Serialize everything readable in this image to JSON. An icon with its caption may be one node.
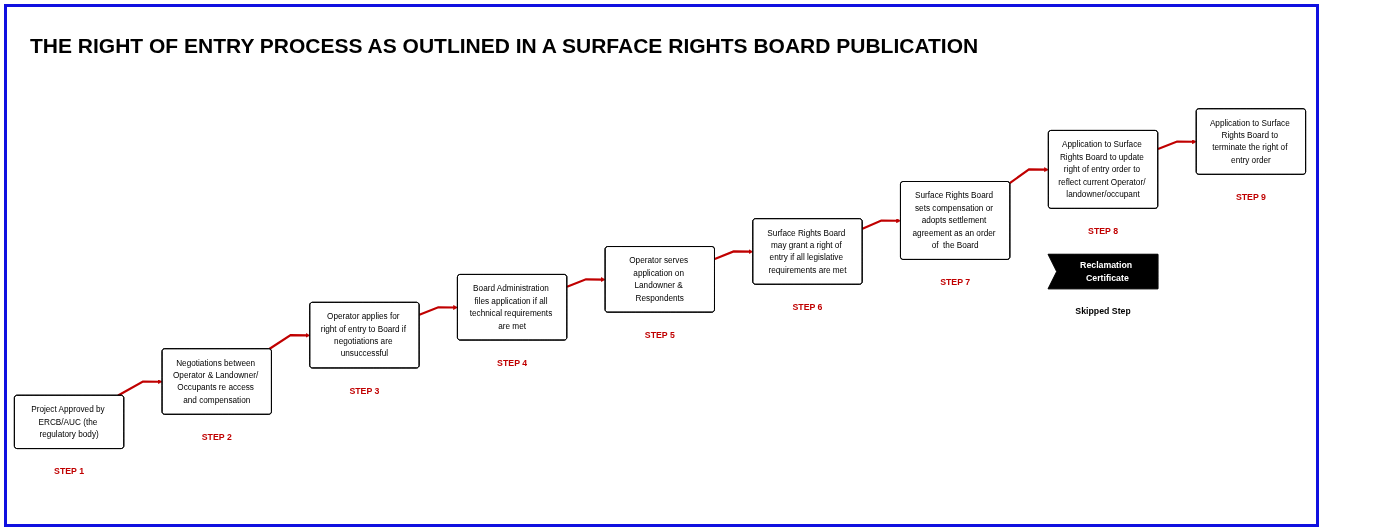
{
  "diagram": {
    "title": "THE RIGHT OF ENTRY PROCESS AS OUTLINED IN A SURFACE RIGHTS BOARD PUBLICATION",
    "nodes": [
      {
        "text": [
          "Project Approved by ERCB/AUC (the regulatory body)"
        ],
        "beside": [
          "STEP 1"
        ]
      },
      {
        "text": [
          "Negotiations between Operator & Landowner/ Occupants re access and compensation"
        ],
        "beside": [
          "STEP 2"
        ]
      },
      {
        "text": [
          "Operator applies for right of entry to Board if negotiations are unsuccessful"
        ],
        "beside": [
          "STEP 3"
        ]
      },
      {
        "text": [
          "Board Administration files application if all technical requirements are met"
        ],
        "beside": [
          "STEP 4"
        ]
      },
      {
        "text": [
          "Operator serves application on Landowner & Respondents"
        ],
        "beside": [
          "STEP 5"
        ]
      },
      {
        "text": [
          "Surface Rights Board may grant a right of entry if all legislative requirements are met"
        ],
        "beside": [
          "STEP 6"
        ]
      },
      {
        "text": [
          "Surface Rights Board sets compensation or adopts settlement agreement as an order of  the Board"
        ],
        "beside": [
          "STEP 7"
        ]
      },
      {
        "text": [
          "Application to Surface Rights Board to update right of entry order to reflect current Operator/ landowner/occupant"
        ],
        "beside": [
          "STEP 8"
        ]
      },
      {
        "text": [
          "Application to Surface Rights Board to terminate the right of entry order"
        ],
        "beside": [
          "STEP 9"
        ]
      },
      {
        "text": [
          "Reclamation Certificate"
        ],
        "beside": [
          "Skipped Step"
        ]
      }
    ],
    "edges": [
      {
        "from": 0,
        "to": 1,
        "arrow": "to"
      },
      {
        "from": 1,
        "to": 2,
        "arrow": "to"
      },
      {
        "from": 2,
        "to": 3,
        "arrow": "to"
      },
      {
        "from": 3,
        "to": 4,
        "arrow": "to"
      },
      {
        "from": 4,
        "to": 5,
        "arrow": "to"
      },
      {
        "from": 5,
        "to": 6,
        "arrow": "to"
      },
      {
        "from": 6,
        "to": 7,
        "arrow": "to"
      },
      {
        "from": 7,
        "to": 8,
        "arrow": "to"
      }
    ]
  }
}
